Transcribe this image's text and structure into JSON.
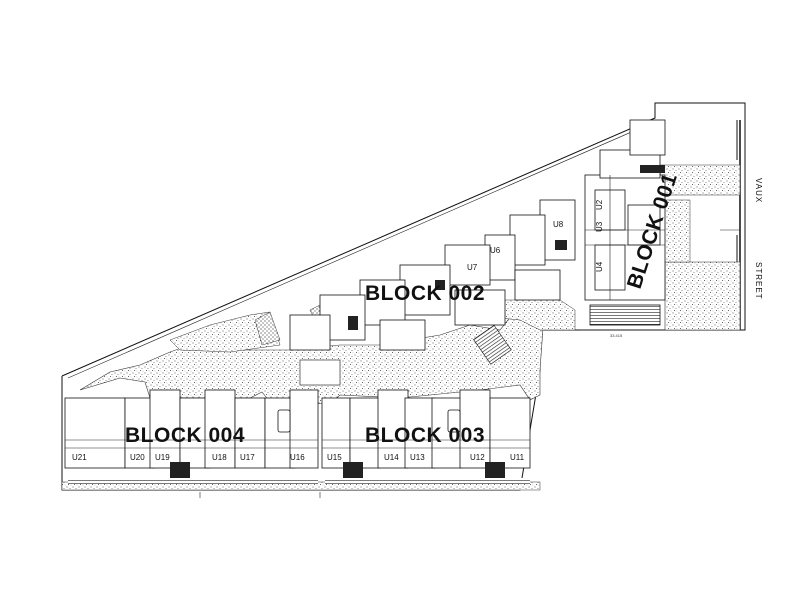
{
  "blocks": {
    "b001": "BLOCK 001",
    "b002": "BLOCK 002",
    "b003": "BLOCK 003",
    "b004": "BLOCK 004"
  },
  "units": {
    "u2": "U2",
    "u3": "U3",
    "u4": "U4",
    "u6": "U6",
    "u7": "U7",
    "u8": "U8",
    "u11": "U11",
    "u12": "U12",
    "u13": "U13",
    "u14": "U14",
    "u15": "U15",
    "u16": "U16",
    "u17": "U17",
    "u18": "U18",
    "u19": "U19",
    "u20": "U20",
    "u21": "U21"
  },
  "street": {
    "word1": "VAUX",
    "word2": "STREET"
  },
  "dimension": "33.415",
  "colors": {
    "line": "#111111",
    "hatch": "#555555",
    "background": "#ffffff"
  }
}
